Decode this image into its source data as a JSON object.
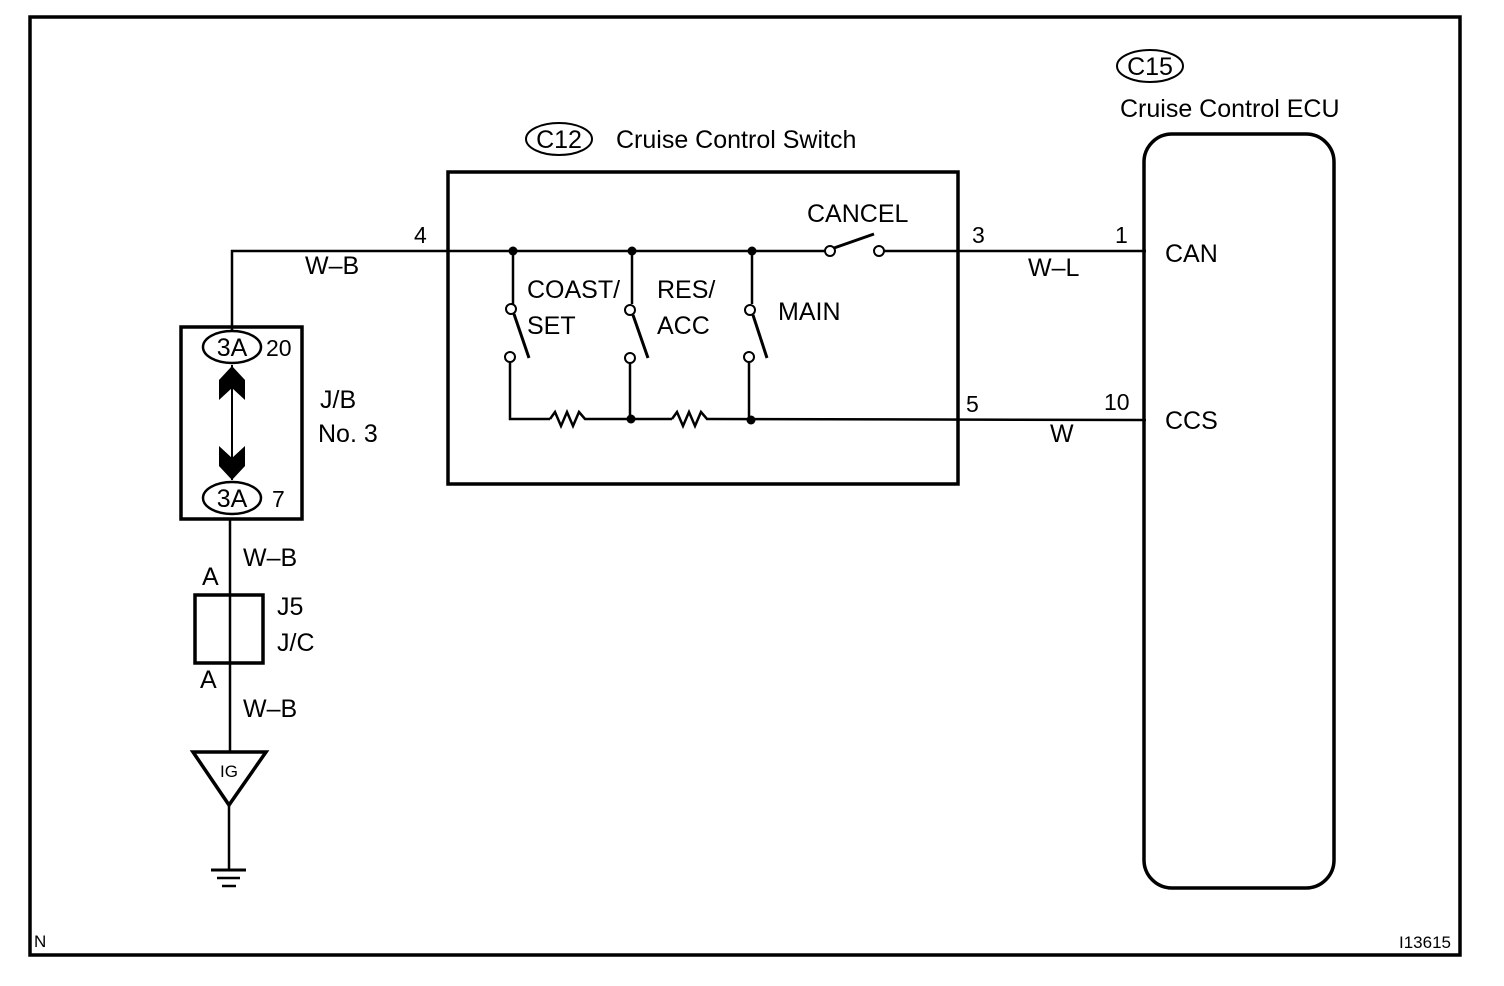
{
  "diagram": {
    "figure_id": "I13615",
    "corner_mark": "N",
    "components": {
      "switch": {
        "connector": "C12",
        "name": "Cruise Control Switch"
      },
      "ecu": {
        "connector": "C15",
        "name": "Cruise Control ECU"
      },
      "junction_block": {
        "line1": "J/B",
        "line2": "No. 3",
        "connector": "3A",
        "pin_top": "20",
        "pin_bottom": "7"
      },
      "junction_connector": {
        "line1": "J5",
        "line2": "J/C",
        "pin_top": "A",
        "pin_bottom": "A"
      },
      "ground": {
        "label": "IG"
      }
    },
    "switches": {
      "coast_set": {
        "line1": "COAST/",
        "line2": "SET"
      },
      "res_acc": {
        "line1": "RES/",
        "line2": "ACC"
      },
      "main": "MAIN",
      "cancel": "CANCEL"
    },
    "pins": {
      "switch_in": "4",
      "switch_can": "3",
      "switch_ccs": "5",
      "ecu_can": "1",
      "ecu_ccs": "10"
    },
    "wires": {
      "jb_to_switch": "W–B",
      "can": "W–L",
      "ccs": "W",
      "jb_to_jc": "W–B",
      "jc_to_ground": "W–B"
    },
    "ecu_terminals": {
      "can": "CAN",
      "ccs": "CCS"
    }
  }
}
